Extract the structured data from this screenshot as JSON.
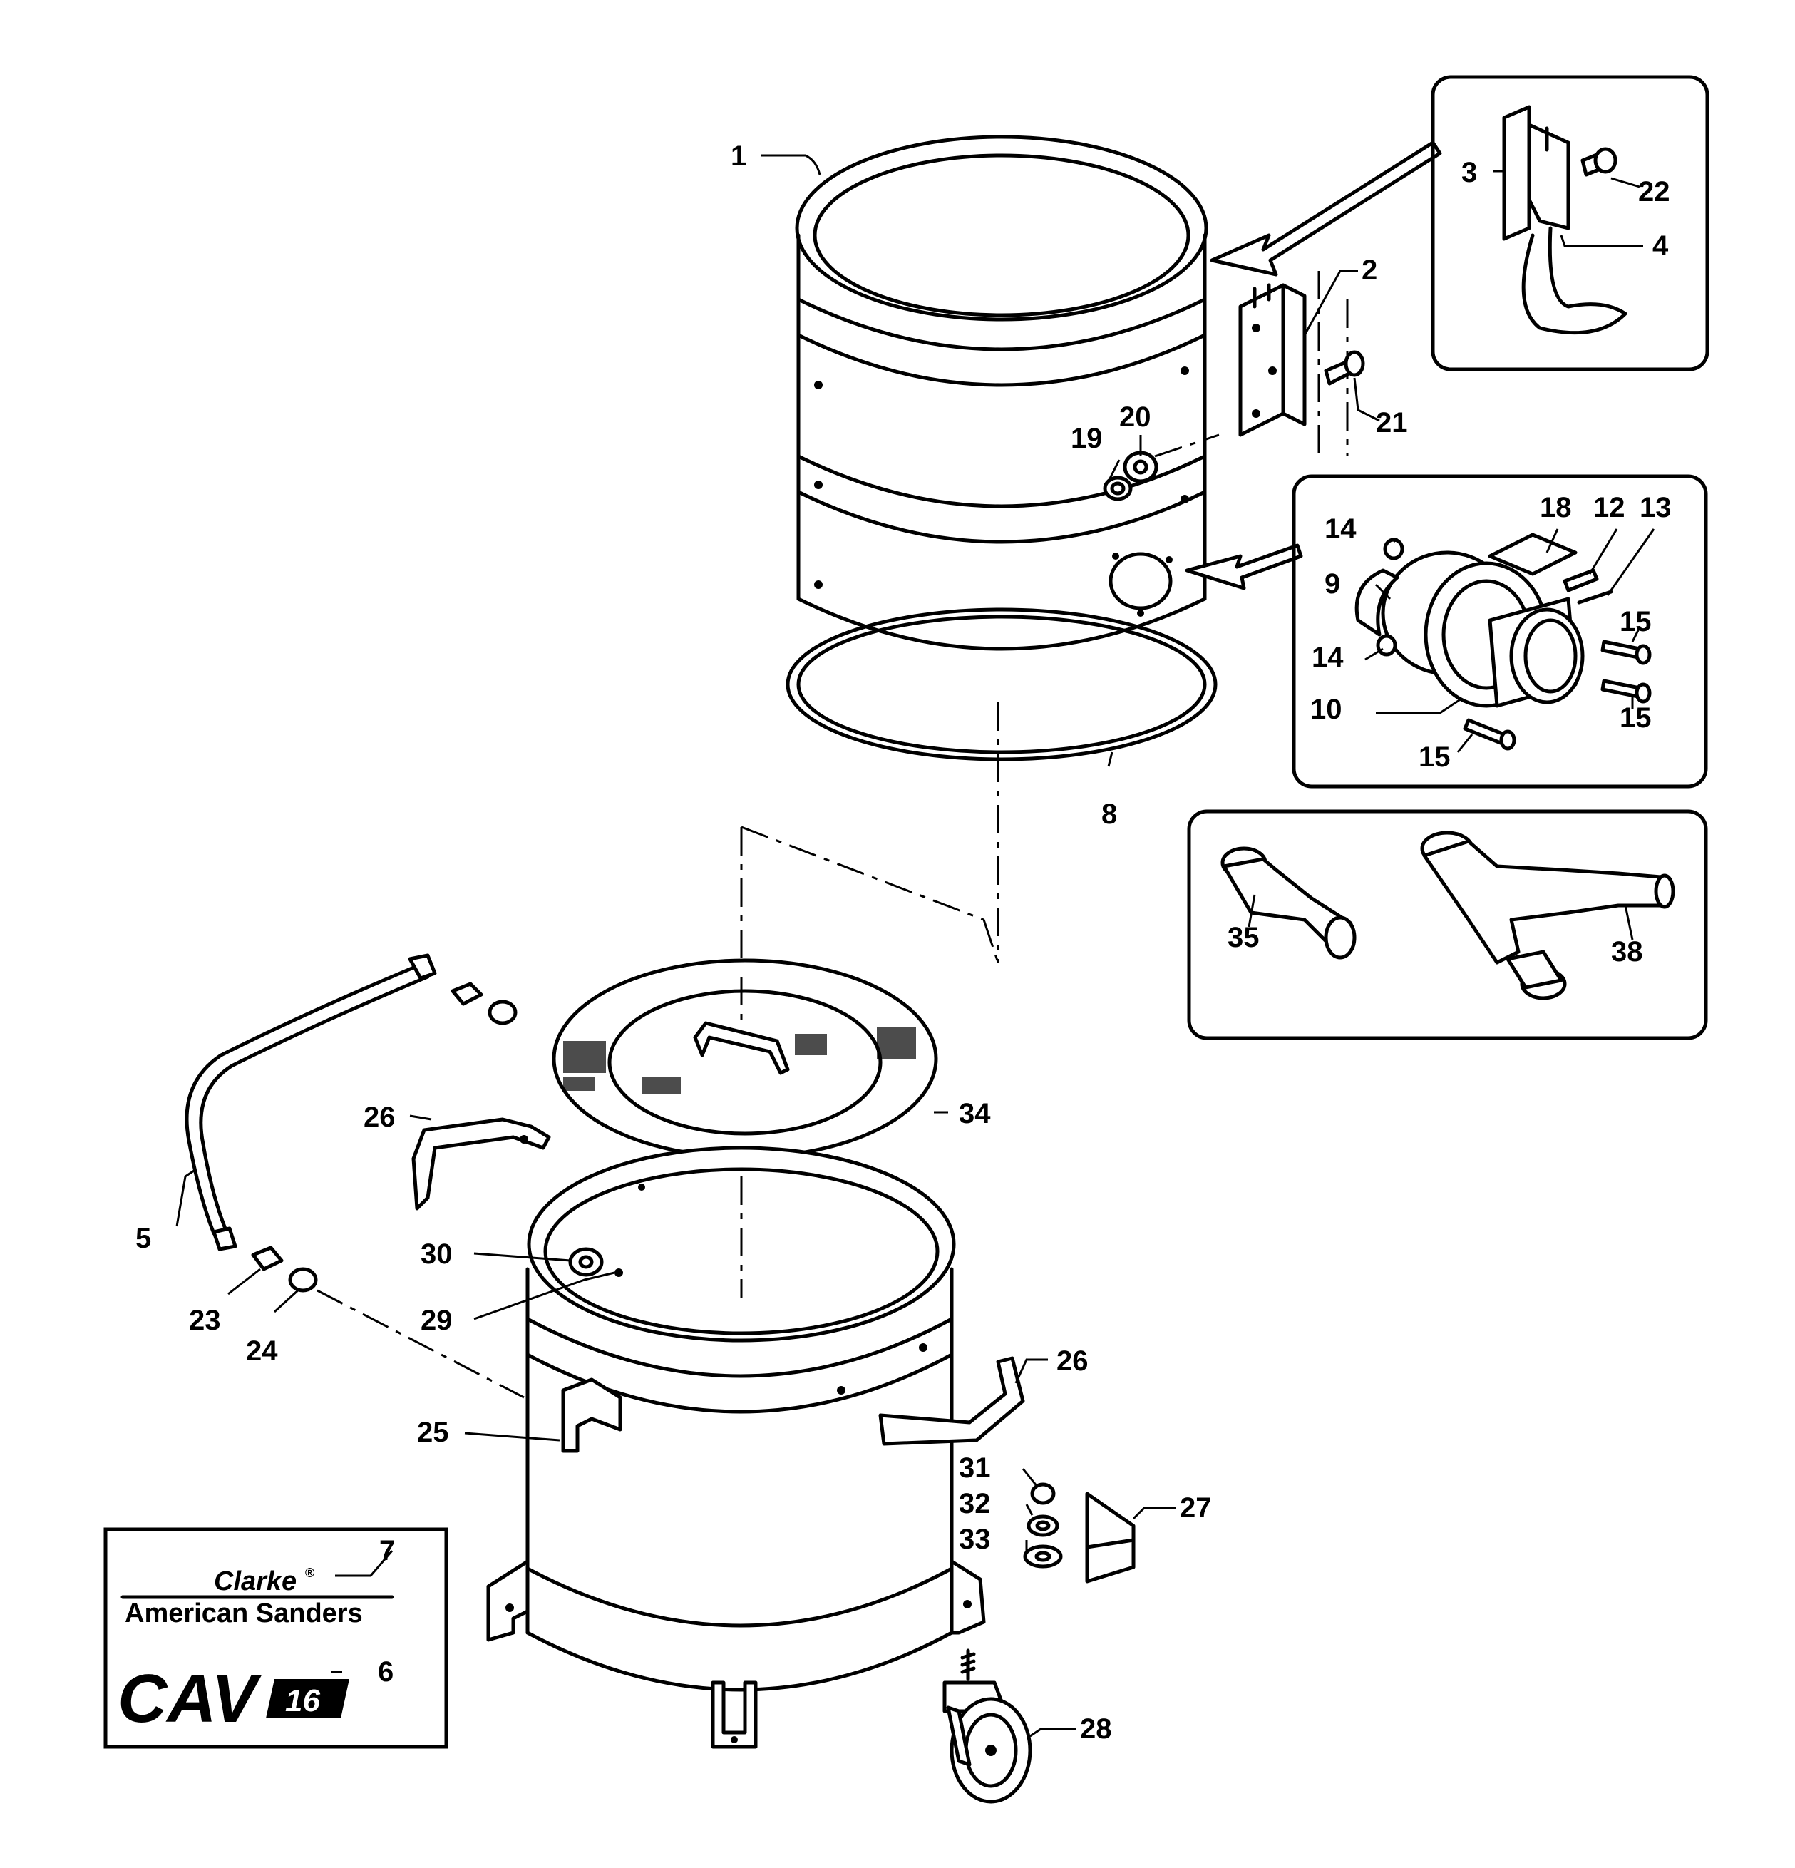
{
  "callouts": [
    {
      "id": "c1",
      "label": "1"
    },
    {
      "id": "c2",
      "label": "2"
    },
    {
      "id": "c3a",
      "label": "3"
    },
    {
      "id": "c4",
      "label": "4"
    },
    {
      "id": "c5",
      "label": "5"
    },
    {
      "id": "c6",
      "label": "6"
    },
    {
      "id": "c7",
      "label": "7"
    },
    {
      "id": "c8",
      "label": "8"
    },
    {
      "id": "c9",
      "label": "9"
    },
    {
      "id": "c10",
      "label": "10"
    },
    {
      "id": "c12",
      "label": "12"
    },
    {
      "id": "c13",
      "label": "13"
    },
    {
      "id": "c14a",
      "label": "14"
    },
    {
      "id": "c14b",
      "label": "14"
    },
    {
      "id": "c15a",
      "label": "15"
    },
    {
      "id": "c15b",
      "label": "15"
    },
    {
      "id": "c15c",
      "label": "15"
    },
    {
      "id": "c18",
      "label": "18"
    },
    {
      "id": "c19",
      "label": "19"
    },
    {
      "id": "c20",
      "label": "20"
    },
    {
      "id": "c21",
      "label": "21"
    },
    {
      "id": "c22",
      "label": "22"
    },
    {
      "id": "c23",
      "label": "23"
    },
    {
      "id": "c24",
      "label": "24"
    },
    {
      "id": "c25",
      "label": "25"
    },
    {
      "id": "c26a",
      "label": "26"
    },
    {
      "id": "c26b",
      "label": "26"
    },
    {
      "id": "c27",
      "label": "27"
    },
    {
      "id": "c28",
      "label": "28"
    },
    {
      "id": "c29",
      "label": "29"
    },
    {
      "id": "c30",
      "label": "30"
    },
    {
      "id": "c31",
      "label": "31"
    },
    {
      "id": "c32",
      "label": "32"
    },
    {
      "id": "c33",
      "label": "33"
    },
    {
      "id": "c34",
      "label": "34"
    },
    {
      "id": "c35",
      "label": "35"
    },
    {
      "id": "c38",
      "label": "38"
    }
  ],
  "decal": {
    "brand": "Clarke",
    "brand_mark": "®",
    "company": "American Sanders",
    "model_letters": "CAV",
    "model_number": "16"
  }
}
